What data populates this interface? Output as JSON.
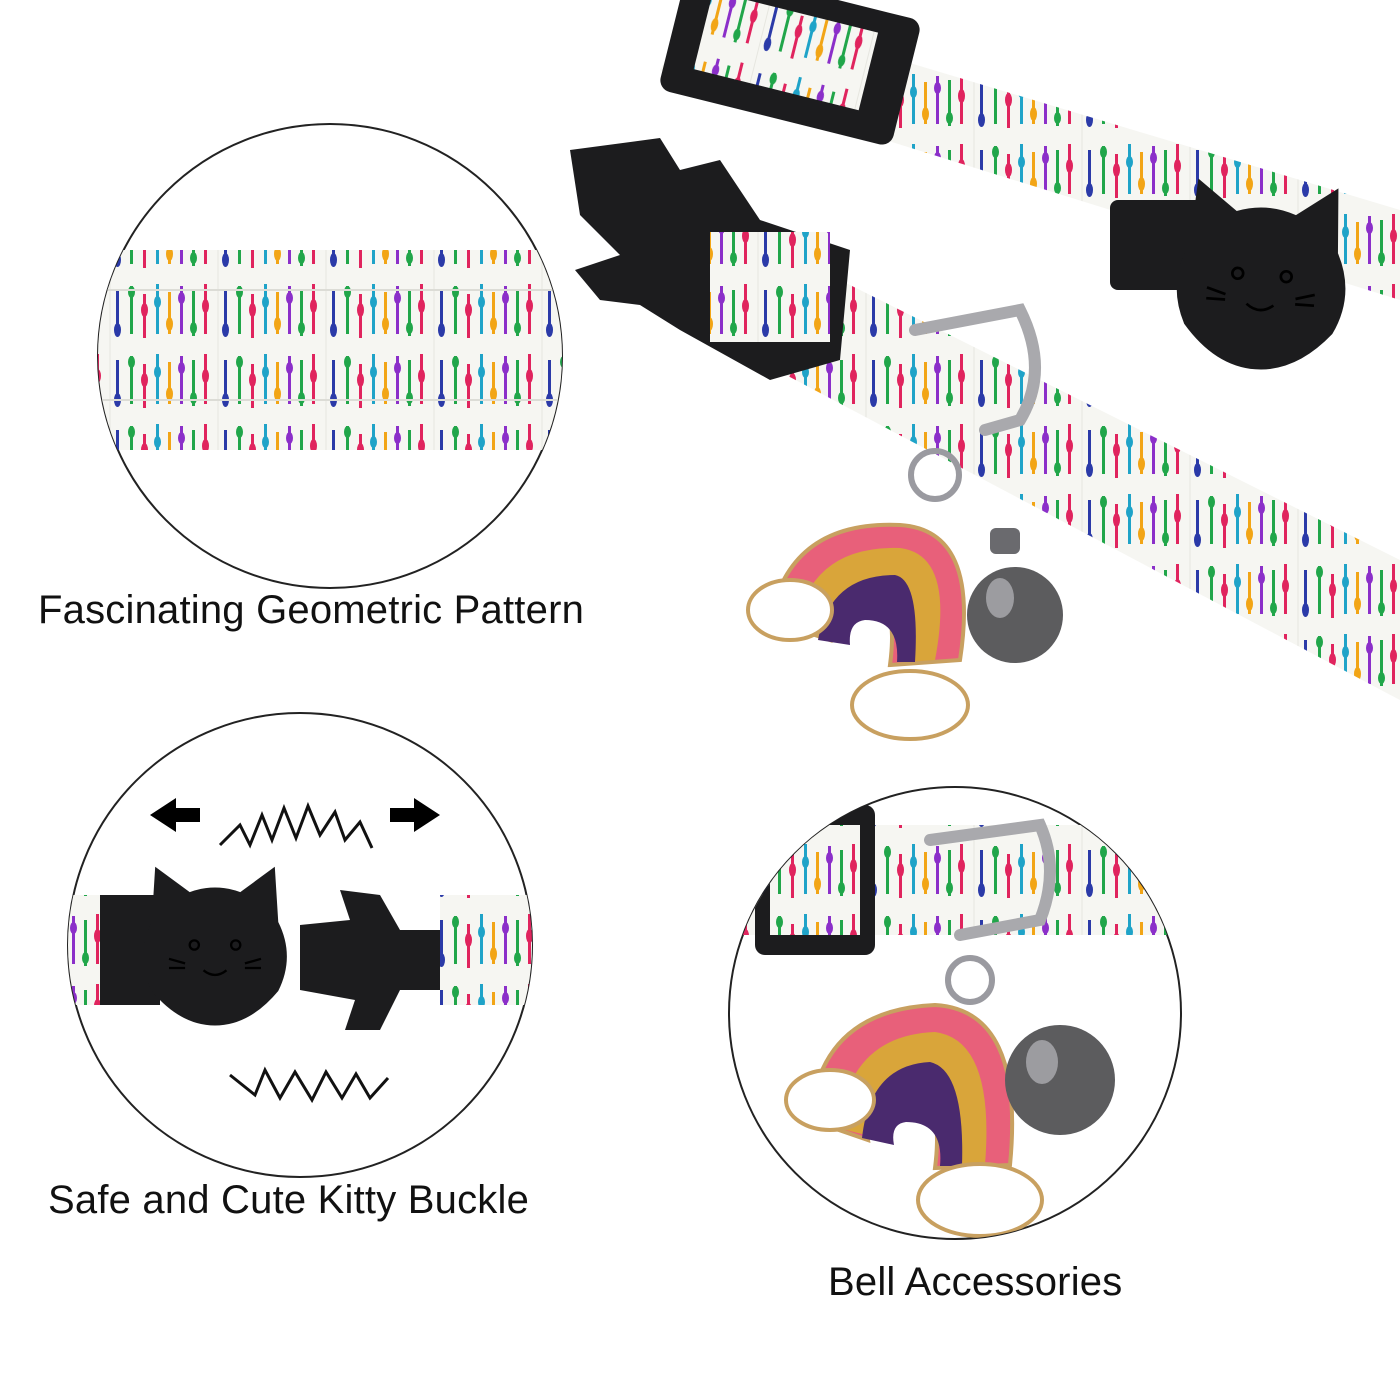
{
  "captions": {
    "pattern": "Fascinating Geometric Pattern",
    "buckle": "Safe and Cute Kitty Buckle",
    "bell": "Bell Accessories"
  },
  "colors": {
    "webbing": "#f6f6f2",
    "buckle": "#1c1c1e",
    "circle_outline": "#222222",
    "stripes": [
      "#2b3aa8",
      "#21a64a",
      "#e0245e",
      "#f2a516",
      "#8b2fc9",
      "#1fa3c8",
      "#e2e22a",
      "#f06020"
    ],
    "rainbow": [
      "#e8607a",
      "#d9a53a",
      "#4a2a6e"
    ],
    "bell": "#5c5c5e"
  },
  "icons": [
    "cat-face-buckle-icon",
    "rainbow-charm-icon",
    "bell-icon",
    "d-ring-icon",
    "arrow-left-icon",
    "arrow-right-icon",
    "zigzag-sound-icon"
  ]
}
